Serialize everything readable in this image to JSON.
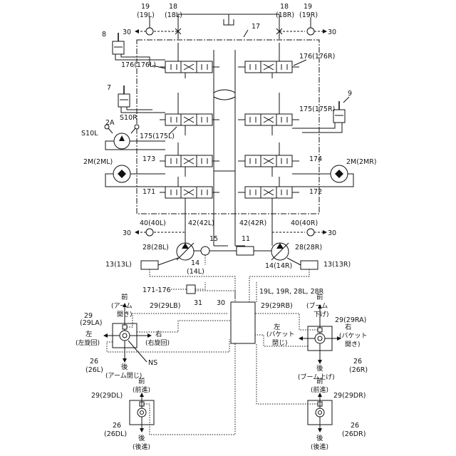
{
  "labels": {
    "n19_top_left": "19",
    "n19l": "(19L)",
    "n18_top_left": "18",
    "n18l": "(18L)",
    "n18_top_right": "18",
    "n18r": "(18R)",
    "n19_top_right": "19",
    "n19r": "(19R)",
    "n30_tl": "30",
    "n30_tr": "30",
    "n17": "17",
    "n8": "8",
    "n7": "7",
    "n9": "9",
    "v176l": "176(176L)",
    "v176r": "176(176R)",
    "v175l": "175(175L)",
    "v175r": "175(175R)",
    "v173": "173",
    "v174": "174",
    "v171": "171",
    "v172": "172",
    "m2a": "2A",
    "s10r": "S10R",
    "s10l": "S10L",
    "m2ml": "2M(2ML)",
    "m2mr": "2M(2MR)",
    "n40l": "40(40L)",
    "n42l": "42(42L)",
    "n42r": "42(42R)",
    "n40r": "40(40R)",
    "n30_ml": "30",
    "n30_mr": "30",
    "n15": "15",
    "n11": "11",
    "n28l": "28(28L)",
    "n28r": "28(28R)",
    "n14l_a": "14",
    "n14l_b": "(14L)",
    "n14r": "14(14R)",
    "n13l": "13(13L)",
    "n13r": "13(13R)",
    "n171_176": "171-176",
    "n31": "31",
    "n30_ctrl": "30",
    "sensors": "19L, 19R, 28L, 28R",
    "n29lb": "29(29LB)",
    "n29rb": "29(29RB)",
    "n29la_a": "29",
    "n29la_b": "(29LA)",
    "n29ra": "29(29RA)",
    "n26_l": "26",
    "n26l": "(26L)",
    "n26_r": "26",
    "n26r": "(26R)",
    "ns": "NS",
    "n29dl": "29(29DL)",
    "n29dr": "29(29DR)",
    "n26_dl": "26",
    "n26dl": "(26DL)",
    "n26_dr": "26",
    "n26dr": "(26DR)"
  },
  "directions": {
    "l_front": "前",
    "l_front_sub1": "(アーム",
    "l_front_sub2": "開き)",
    "l_left": "左",
    "l_left_sub": "(左旋回)",
    "l_right": "右",
    "l_right_sub": "(右旋回)",
    "l_back": "後",
    "l_back_sub": "(アーム閉じ)",
    "r_front": "前",
    "r_front_sub1": "(ブーム",
    "r_front_sub2": "下げ)",
    "r_left": "左",
    "r_left_sub1": "(バケット",
    "r_left_sub2": "閉じ)",
    "r_right": "右",
    "r_right_sub1": "(バケット",
    "r_right_sub2": "開き)",
    "r_back": "後",
    "r_back_sub": "(ブーム上げ)",
    "dl_front": "前",
    "dl_front_sub": "(前進)",
    "dl_back": "後",
    "dl_back_sub": "(後進)",
    "dr_front": "前",
    "dr_front_sub": "(前進)",
    "dr_back": "後",
    "dr_back_sub": "(後進)"
  }
}
